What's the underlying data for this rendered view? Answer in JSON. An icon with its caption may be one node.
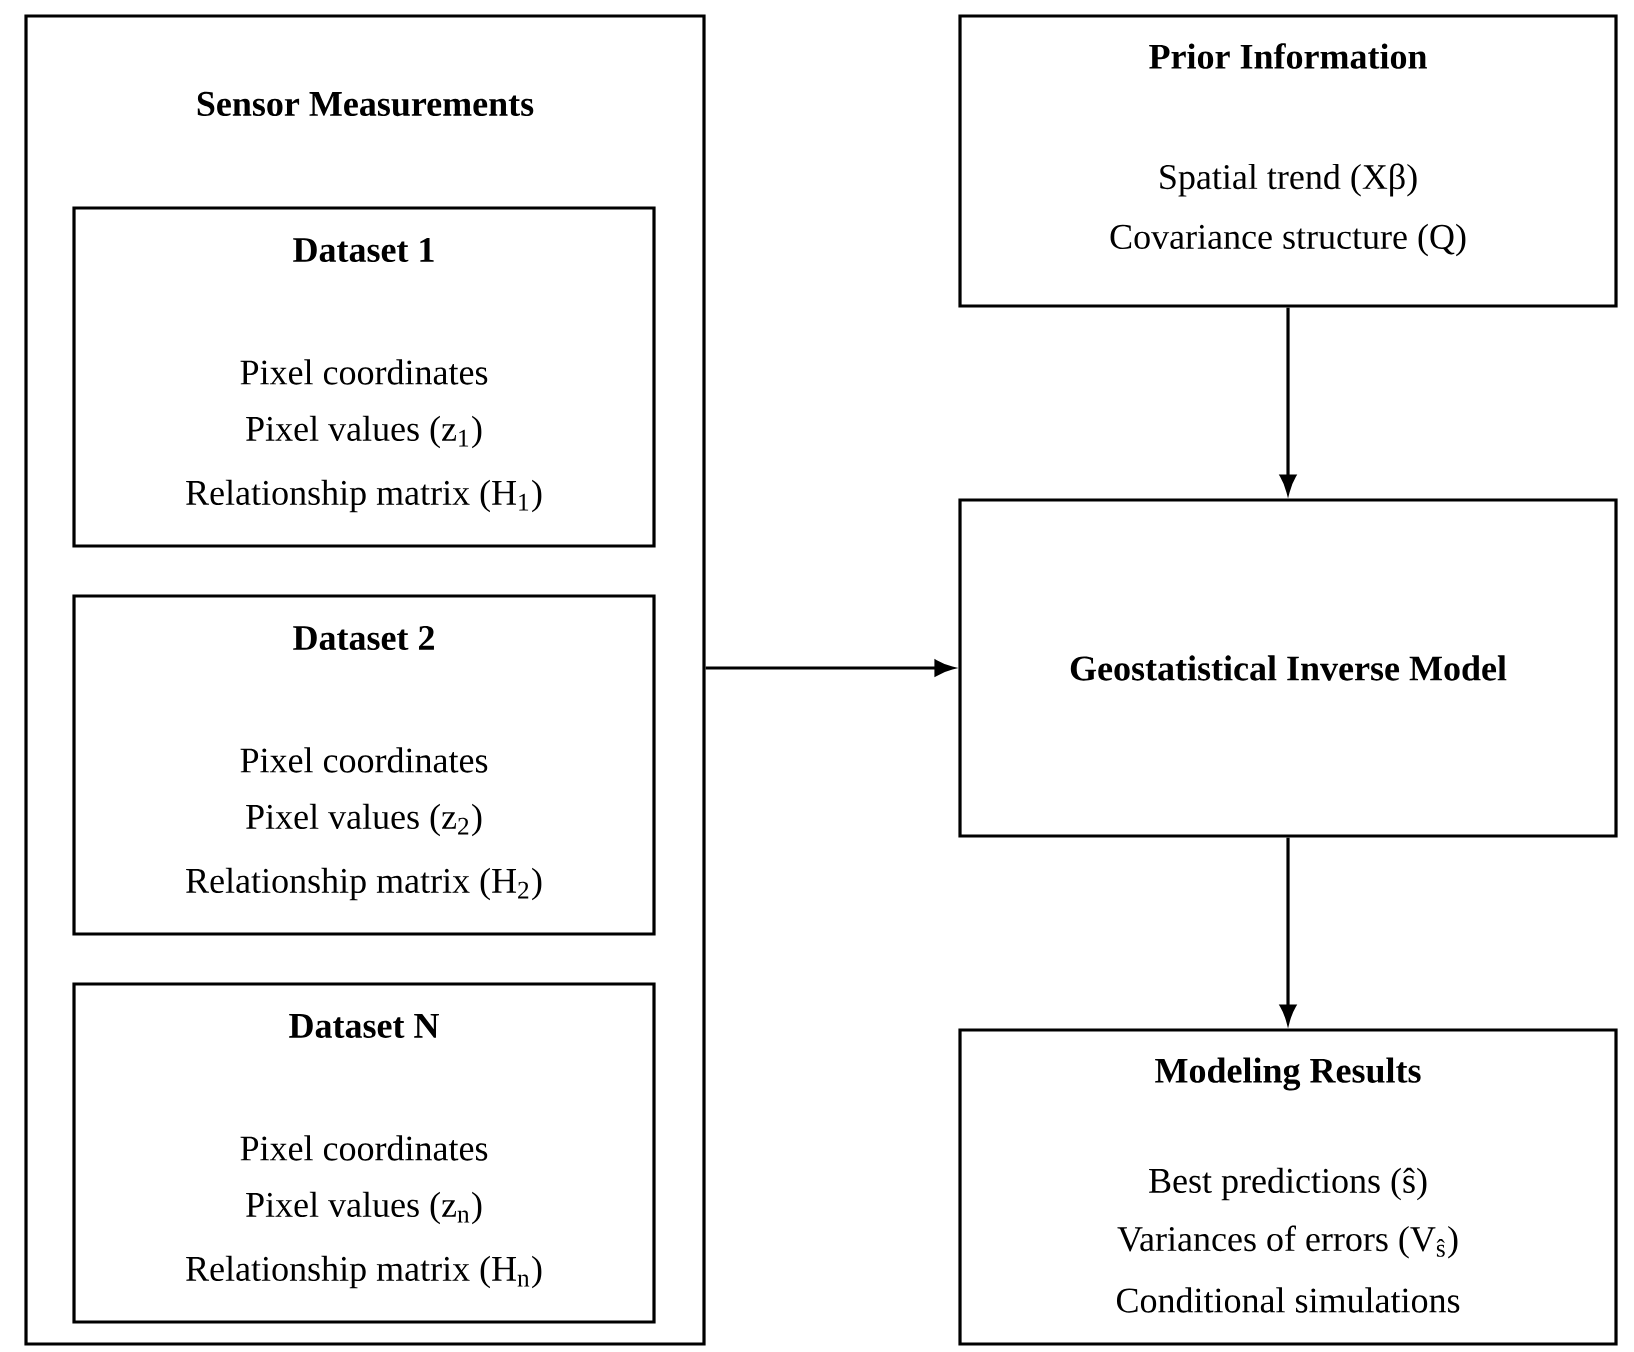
{
  "diagram": {
    "nodes": [
      {
        "text": [
          "Sensor Measurements"
        ]
      },
      {
        "text": [
          "Dataset 1",
          "Pixel coordinates",
          "Pixel values (z$_{1}$)",
          "Relationship matrix (H$_{1}$)"
        ],
        "in": 0
      },
      {
        "text": [
          "Dataset 2",
          "Pixel coordinates",
          "Pixel values (z$_{2}$)",
          "Relationship matrix (H$_{2}$)"
        ],
        "in": 0
      },
      {
        "text": [
          "Dataset N",
          "Pixel coordinates",
          "Pixel values (z$_{n}$)",
          "Relationship matrix (H$_{n}$)"
        ],
        "in": 0
      },
      {
        "text": [
          "Prior Information",
          "Spatial trend (Xβ)",
          "Covariance structure (Q)"
        ]
      },
      {
        "text": [
          "Geostatistical Inverse Model"
        ]
      },
      {
        "text": [
          "Modeling Results",
          "Best predictions (ŝ)",
          "Variances of errors (V$_{ŝ}$)",
          "Conditional simulations"
        ]
      }
    ],
    "edges": [
      {
        "from": 0,
        "to": 5,
        "arrow": "to"
      },
      {
        "from": 4,
        "to": 5,
        "arrow": "to"
      },
      {
        "from": 5,
        "to": 6,
        "arrow": "to"
      }
    ]
  }
}
